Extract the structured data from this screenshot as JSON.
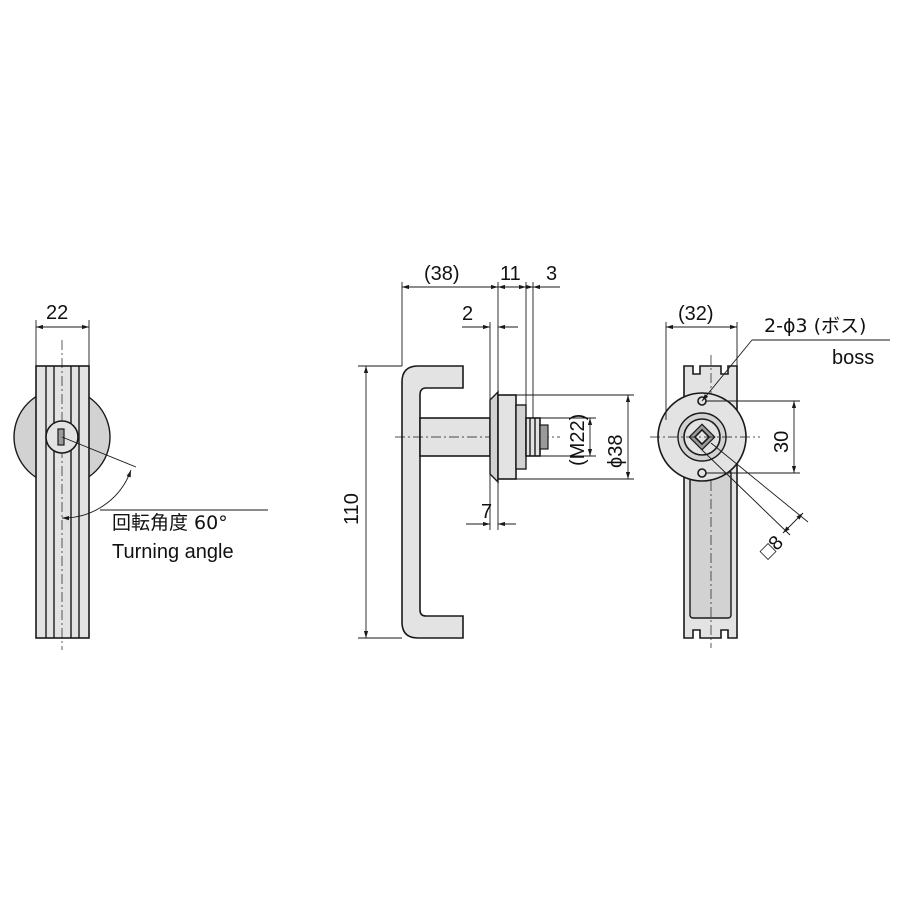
{
  "side_view": {
    "width_dim": "22",
    "angle_label_jp": "回転角度 60°",
    "angle_label_en": "Turning angle"
  },
  "front_view": {
    "dim_38": "(38)",
    "dim_11": "11",
    "dim_3": "3",
    "dim_2": "2",
    "dim_7": "7",
    "dim_110": "110",
    "dim_m22": "(M22)",
    "dim_phi38": "ϕ38"
  },
  "rear_view": {
    "dim_32": "(32)",
    "boss_label": "2-ϕ3 (ボス)",
    "boss_label_en": "boss",
    "dim_30": "30",
    "dim_sq8": "□8"
  }
}
